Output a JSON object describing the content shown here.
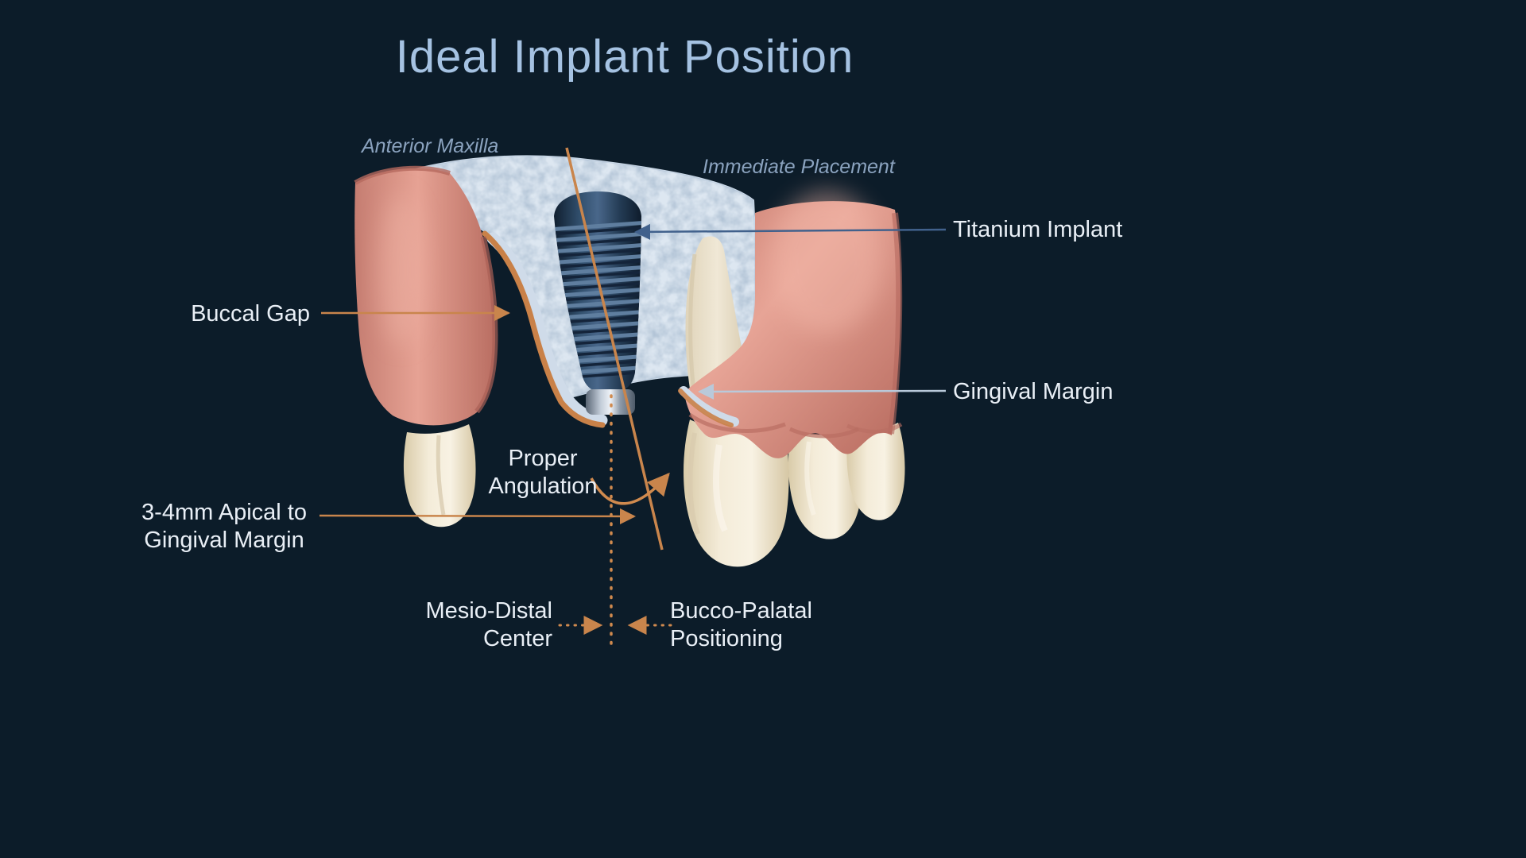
{
  "title": "Ideal Implant Position",
  "context": {
    "anterior_maxilla": "Anterior Maxilla",
    "immediate_placement": "Immediate Placement"
  },
  "callouts": {
    "titanium_implant": "Titanium Implant",
    "buccal_gap": "Buccal Gap",
    "gingival_margin": "Gingival Margin",
    "proper_angulation": {
      "line1": "Proper",
      "line2": "Angulation"
    },
    "apical": {
      "line1": "3-4mm Apical to",
      "line2": "Gingival Margin"
    },
    "mesio_distal": {
      "line1": "Mesio-Distal",
      "line2": "Center"
    },
    "bucco_palatal": {
      "line1": "Bucco-Palatal",
      "line2": "Positioning"
    }
  },
  "colors": {
    "background": "#0c1c29",
    "title_text": "#a5c2e2",
    "label_text": "#e9eff6",
    "context_text": "#8ba3bf",
    "accent_orange": "#c9854c",
    "leader_navy": "#41618c",
    "leader_light": "#b9c9da",
    "bone": "#dde7f1",
    "gum": "#e7a496",
    "implant": "#32506e",
    "tooth": "#f4ecd9"
  }
}
